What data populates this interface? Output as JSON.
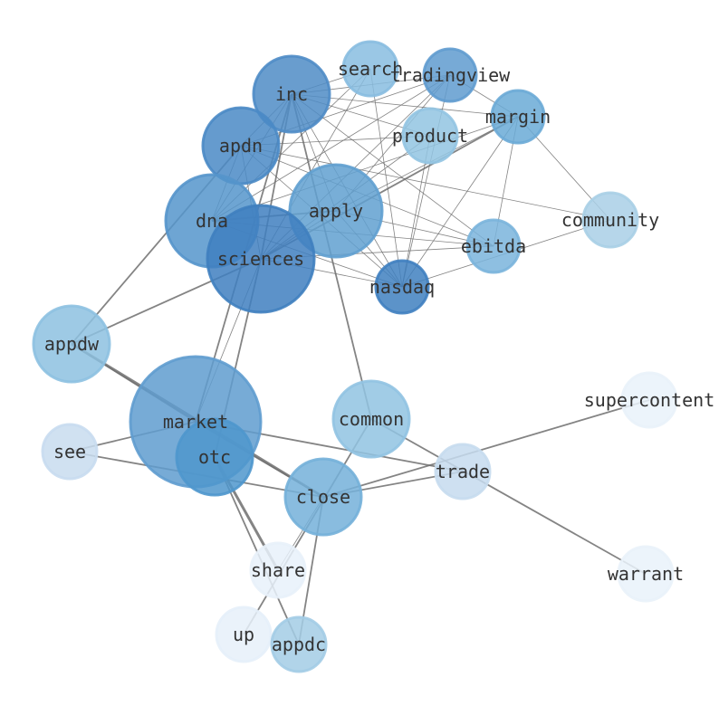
{
  "title": "",
  "nodes": [
    {
      "id": "search",
      "label": "search",
      "color": "#88bde0"
    },
    {
      "id": "tradingview",
      "label": "tradingview",
      "color": "#5f9bcf"
    },
    {
      "id": "inc",
      "label": "inc",
      "color": "#4f8cc6"
    },
    {
      "id": "margin",
      "label": "margin",
      "color": "#6aaad6"
    },
    {
      "id": "product",
      "label": "product",
      "color": "#92c4e2"
    },
    {
      "id": "apdn",
      "label": "apdn",
      "color": "#4a89c5"
    },
    {
      "id": "dna",
      "label": "dna",
      "color": "#5595cb"
    },
    {
      "id": "apply",
      "label": "apply",
      "color": "#60a0d0"
    },
    {
      "id": "sciences",
      "label": "sciences",
      "color": "#3f7fbf"
    },
    {
      "id": "community",
      "label": "community",
      "color": "#a9cfe6"
    },
    {
      "id": "ebitda",
      "label": "ebitda",
      "color": "#7ab4dc"
    },
    {
      "id": "nasdaq",
      "label": "nasdaq",
      "color": "#3f80c0"
    },
    {
      "id": "appdw",
      "label": "appdw",
      "color": "#8dc1e1"
    },
    {
      "id": "market",
      "label": "market",
      "color": "#5f9ccf"
    },
    {
      "id": "common",
      "label": "common",
      "color": "#91c3e2"
    },
    {
      "id": "otc",
      "label": "otc",
      "color": "#4f97cd"
    },
    {
      "id": "see",
      "label": "see",
      "color": "#c8dcef"
    },
    {
      "id": "supercontent",
      "label": "supercontent",
      "color": "#e9f2fa"
    },
    {
      "id": "trade",
      "label": "trade",
      "color": "#c6dbee"
    },
    {
      "id": "close",
      "label": "close",
      "color": "#74b0d9"
    },
    {
      "id": "share",
      "label": "share",
      "color": "#e8f1fa"
    },
    {
      "id": "warrant",
      "label": "warrant",
      "color": "#e9f2fa"
    },
    {
      "id": "up",
      "label": "up",
      "color": "#e6f0f9"
    },
    {
      "id": "appdc",
      "label": "appdc",
      "color": "#a3cce5"
    }
  ],
  "edges": [
    [
      "inc",
      "search",
      1
    ],
    [
      "inc",
      "tradingview",
      1
    ],
    [
      "inc",
      "margin",
      1
    ],
    [
      "inc",
      "product",
      1
    ],
    [
      "inc",
      "ebitda",
      1
    ],
    [
      "inc",
      "nasdaq",
      1
    ],
    [
      "inc",
      "apdn",
      1
    ],
    [
      "inc",
      "sciences",
      2
    ],
    [
      "inc",
      "dna",
      1
    ],
    [
      "inc",
      "apply",
      1
    ],
    [
      "inc",
      "market",
      2
    ],
    [
      "inc",
      "common",
      2
    ],
    [
      "apdn",
      "product",
      1
    ],
    [
      "apdn",
      "tradingview",
      1
    ],
    [
      "apdn",
      "community",
      1
    ],
    [
      "apdn",
      "nasdaq",
      1
    ],
    [
      "apdn",
      "ebitda",
      1
    ],
    [
      "apdn",
      "sciences",
      1
    ],
    [
      "apdn",
      "dna",
      1
    ],
    [
      "apdn",
      "appdw",
      2
    ],
    [
      "dna",
      "apply",
      2
    ],
    [
      "dna",
      "ebitda",
      1
    ],
    [
      "dna",
      "nasdaq",
      1
    ],
    [
      "dna",
      "margin",
      1
    ],
    [
      "dna",
      "tradingview",
      1
    ],
    [
      "dna",
      "search",
      1
    ],
    [
      "sciences",
      "appdw",
      2
    ],
    [
      "sciences",
      "margin",
      2
    ],
    [
      "sciences",
      "tradingview",
      1
    ],
    [
      "sciences",
      "search",
      1
    ],
    [
      "sciences",
      "product",
      1
    ],
    [
      "sciences",
      "nasdaq",
      1
    ],
    [
      "sciences",
      "ebitda",
      1
    ],
    [
      "sciences",
      "market",
      1
    ],
    [
      "sciences",
      "otc",
      2
    ],
    [
      "sciences",
      "apply",
      1
    ],
    [
      "apply",
      "margin",
      1
    ],
    [
      "apply",
      "nasdaq",
      1
    ],
    [
      "apply",
      "ebitda",
      1
    ],
    [
      "apply",
      "tradingview",
      1
    ],
    [
      "margin",
      "nasdaq",
      1
    ],
    [
      "margin",
      "ebitda",
      1
    ],
    [
      "margin",
      "community",
      1
    ],
    [
      "margin",
      "tradingview",
      1
    ],
    [
      "tradingview",
      "nasdaq",
      1
    ],
    [
      "search",
      "nasdaq",
      1
    ],
    [
      "product",
      "nasdaq",
      1
    ],
    [
      "nasdaq",
      "community",
      1
    ],
    [
      "appdw",
      "close",
      3
    ],
    [
      "appdw",
      "market",
      2
    ],
    [
      "market",
      "see",
      2
    ],
    [
      "market",
      "trade",
      2
    ],
    [
      "market",
      "close",
      2
    ],
    [
      "see",
      "close",
      2
    ],
    [
      "otc",
      "share",
      3
    ],
    [
      "otc",
      "appdc",
      2
    ],
    [
      "common",
      "up",
      2
    ],
    [
      "common",
      "warrant",
      2
    ],
    [
      "close",
      "trade",
      2
    ],
    [
      "close",
      "supercontent",
      2
    ],
    [
      "close",
      "appdc",
      2
    ],
    [
      "close",
      "share",
      1
    ]
  ]
}
